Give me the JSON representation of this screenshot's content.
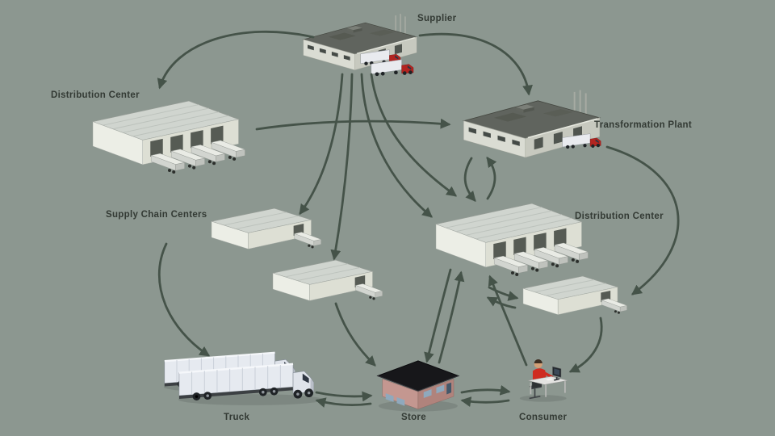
{
  "diagram": {
    "background_color": "#8c9790",
    "arrow_color": "#455349",
    "label_color": "#333a34",
    "nodes": {
      "supplier": {
        "label": "Supplier"
      },
      "distribution_center_left": {
        "label": "Distribution Center"
      },
      "transformation_plant": {
        "label": "Transformation Plant"
      },
      "supply_chain_centers": {
        "label": "Supply Chain Centers"
      },
      "distribution_center_right": {
        "label": "Distribution Center"
      },
      "truck": {
        "label": "Truck"
      },
      "store": {
        "label": "Store"
      },
      "consumer": {
        "label": "Consumer"
      }
    },
    "edges": [
      {
        "from": "supplier",
        "to": "distribution_center_left"
      },
      {
        "from": "supplier",
        "to": "transformation_plant"
      },
      {
        "from": "supplier",
        "to": "supply_chain_center_a"
      },
      {
        "from": "supplier",
        "to": "supply_chain_center_b"
      },
      {
        "from": "supplier",
        "to": "distribution_center_right"
      },
      {
        "from": "supplier",
        "to": "distribution_center_right"
      },
      {
        "from": "distribution_center_left",
        "to": "transformation_plant"
      },
      {
        "from": "transformation_plant",
        "to": "distribution_center_right"
      },
      {
        "from": "distribution_center_right",
        "to": "transformation_plant"
      },
      {
        "from": "transformation_plant",
        "to": "satellite_warehouse"
      },
      {
        "from": "supply_chain_centers",
        "to": "truck"
      },
      {
        "from": "supply_chain_center_b",
        "to": "store"
      },
      {
        "from": "distribution_center_right",
        "to": "store"
      },
      {
        "from": "store",
        "to": "distribution_center_right"
      },
      {
        "from": "consumer",
        "to": "distribution_center_right"
      },
      {
        "from": "distribution_center_right",
        "to": "satellite_warehouse"
      },
      {
        "from": "satellite_warehouse",
        "to": "distribution_center_right"
      },
      {
        "from": "satellite_warehouse",
        "to": "consumer"
      },
      {
        "from": "truck",
        "to": "store"
      },
      {
        "from": "store",
        "to": "truck"
      },
      {
        "from": "store",
        "to": "consumer"
      },
      {
        "from": "consumer",
        "to": "store"
      }
    ]
  }
}
